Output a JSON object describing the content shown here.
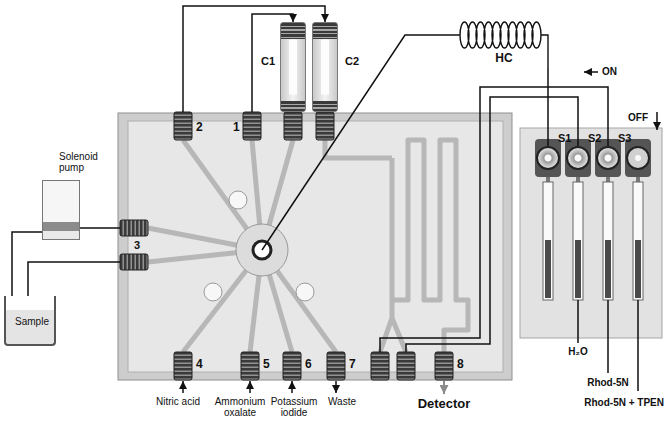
{
  "diagram": {
    "nodes": [
      {
        "text": [
          "C1"
        ]
      },
      {
        "text": [
          "C2"
        ]
      },
      {
        "text": [
          "HC"
        ]
      },
      {
        "text": [
          "Solenoid pump"
        ]
      },
      {
        "text": [
          "S1"
        ]
      },
      {
        "text": [
          "S2"
        ]
      },
      {
        "text": [
          "S3"
        ]
      },
      {
        "text": [
          "Sample"
        ]
      }
    ],
    "edges": [
      {
        "from": 7,
        "to": 3,
        "arrow": "none"
      },
      {
        "from": 2,
        "to": 4,
        "arrow": "none"
      }
    ],
    "labels": [
      "2",
      "1",
      "ON",
      "OFF",
      "3",
      "4",
      "5",
      "6",
      "7",
      "8",
      "H₂O",
      "Rhod-5N",
      "Nitric acid",
      "Ammonium oxalate",
      "Potassium iodide",
      "Waste",
      "Detector",
      "Rhod-5N + TPEN"
    ]
  }
}
